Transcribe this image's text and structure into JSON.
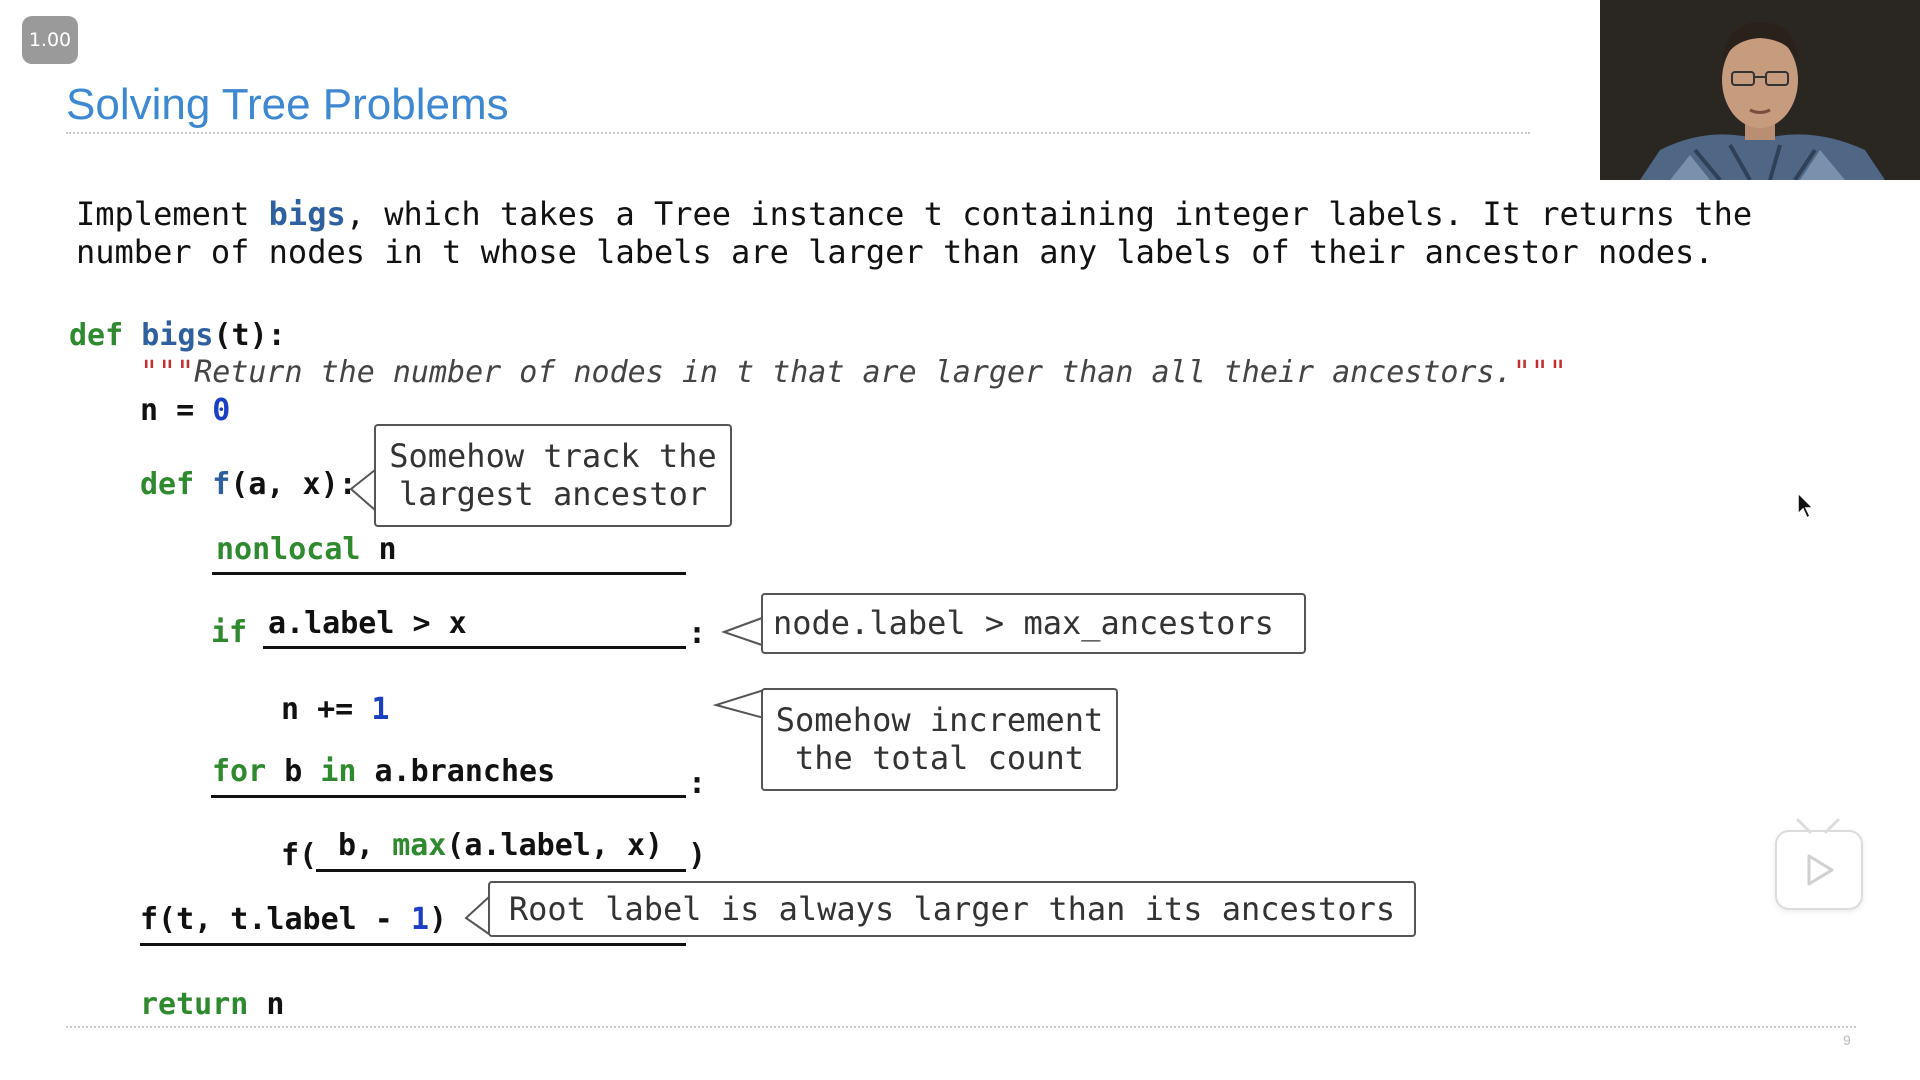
{
  "player": {
    "speed_label": "1.00",
    "play_icon": "play-icon"
  },
  "slide": {
    "title": "Solving Tree Problems",
    "prose": {
      "line1_pre": "Implement ",
      "line1_bold": "bigs",
      "line1_post": ", which takes a Tree instance t containing integer labels. It returns the",
      "line2": "number of nodes in t whose labels are larger than any labels of their ancestor nodes."
    },
    "code": {
      "def_kw": "def",
      "def_name": "bigs",
      "def_sig": "(t):",
      "docstring_open": "\"\"\"",
      "docstring_text": "Return the number of nodes in t that are larger than all their ancestors.",
      "docstring_close": "\"\"\"",
      "n_assign": "n = ",
      "n_value": "0",
      "inner_def_kw": "def",
      "inner_def_name": "f",
      "inner_def_sig": "(a, x):",
      "nonlocal_kw": "nonlocal",
      "nonlocal_var": " n",
      "if_kw": "if",
      "if_cond": "a.label > x",
      "if_colon": ":",
      "incr_text": "n += ",
      "incr_value": "1",
      "for_kw": "for",
      "for_var": " b ",
      "for_in": "in",
      "for_iter": " a.branches",
      "for_colon": ":",
      "call_open": "f(",
      "call_arg1": "b, ",
      "call_max": "max",
      "call_args": "(a.label, x)",
      "call_close": ")",
      "root_call_pre": "f(t, t.label - ",
      "root_call_num": "1",
      "root_call_post": ")",
      "return_kw": "return",
      "return_var": " n"
    },
    "callouts": {
      "track": "Somehow track the\nlargest ancestor",
      "condition": "node.label > max_ancestors",
      "increment": "Somehow increment\nthe total count",
      "root": "Root label is always larger than its ancestors"
    },
    "page_number": "9"
  }
}
